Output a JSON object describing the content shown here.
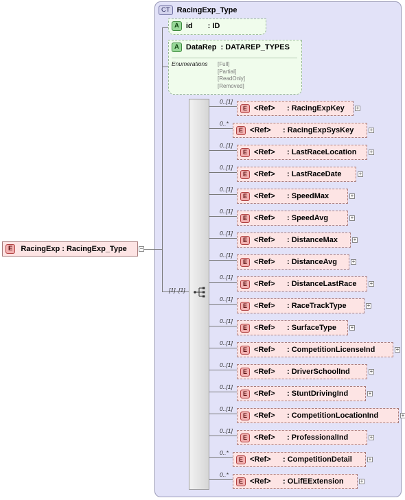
{
  "complex_type": {
    "badge": "CT",
    "name": "RacingExp_Type"
  },
  "root": {
    "badge": "E",
    "label": "RacingExp : RacingExp_Type"
  },
  "attributes": [
    {
      "badge": "A",
      "name": "id",
      "type": ": ID"
    },
    {
      "badge": "A",
      "name": "DataRep",
      "type": ": DATAREP_TYPES",
      "enum_title": "Enumerations",
      "enums": [
        "[Full]",
        "[Partial]",
        "[ReadOnly]",
        "[Removed]"
      ]
    }
  ],
  "sequence": {
    "occurrence": "[1]..[1]"
  },
  "elements": [
    {
      "occ": "0..[1]",
      "badge": "E",
      "ref": "<Ref>",
      "name": ": RacingExpKey"
    },
    {
      "occ": "0..*",
      "badge": "E",
      "ref": "<Ref>",
      "name": ": RacingExpSysKey"
    },
    {
      "occ": "0..[1]",
      "badge": "E",
      "ref": "<Ref>",
      "name": ": LastRaceLocation"
    },
    {
      "occ": "0..[1]",
      "badge": "E",
      "ref": "<Ref>",
      "name": ": LastRaceDate"
    },
    {
      "occ": "0..[1]",
      "badge": "E",
      "ref": "<Ref>",
      "name": ": SpeedMax"
    },
    {
      "occ": "0..[1]",
      "badge": "E",
      "ref": "<Ref>",
      "name": ": SpeedAvg"
    },
    {
      "occ": "0..[1]",
      "badge": "E",
      "ref": "<Ref>",
      "name": ": DistanceMax"
    },
    {
      "occ": "0..[1]",
      "badge": "E",
      "ref": "<Ref>",
      "name": ": DistanceAvg"
    },
    {
      "occ": "0..[1]",
      "badge": "E",
      "ref": "<Ref>",
      "name": ": DistanceLastRace"
    },
    {
      "occ": "0..[1]",
      "badge": "E",
      "ref": "<Ref>",
      "name": ": RaceTrackType"
    },
    {
      "occ": "0..[1]",
      "badge": "E",
      "ref": "<Ref>",
      "name": ": SurfaceType"
    },
    {
      "occ": "0..[1]",
      "badge": "E",
      "ref": "<Ref>",
      "name": ": CompetitionLicenseInd"
    },
    {
      "occ": "0..[1]",
      "badge": "E",
      "ref": "<Ref>",
      "name": ": DriverSchoolInd"
    },
    {
      "occ": "0..[1]",
      "badge": "E",
      "ref": "<Ref>",
      "name": ": StuntDrivingInd"
    },
    {
      "occ": "0..[1]",
      "badge": "E",
      "ref": "<Ref>",
      "name": ": CompetitionLocationInd"
    },
    {
      "occ": "0..[1]",
      "badge": "E",
      "ref": "<Ref>",
      "name": ": ProfessionalInd"
    },
    {
      "occ": "0..*",
      "badge": "E",
      "ref": "<Ref>",
      "name": ": CompetitionDetail"
    },
    {
      "occ": "0..*",
      "badge": "E",
      "ref": "<Ref>",
      "name": ": OLifEExtension"
    }
  ]
}
